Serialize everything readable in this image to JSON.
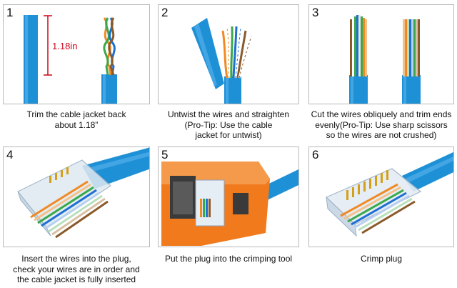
{
  "steps": [
    {
      "number": "1",
      "measure_label": "1.18in",
      "caption": [
        "Trim the cable jacket back",
        "about 1.18”"
      ]
    },
    {
      "number": "2",
      "caption": [
        "Untwist the wires and straighten",
        "(Pro-Tip: Use the cable",
        "jacket for untwist)"
      ]
    },
    {
      "number": "3",
      "caption": [
        "Cut the wires obliquely and trim ends",
        "evenly(Pro-Tip: Use sharp scissors",
        "so the wires are not crushed)"
      ]
    },
    {
      "number": "4",
      "caption": [
        "Insert the wires into the plug,",
        "check your wires are in order and",
        "the cable jacket is fully inserted"
      ]
    },
    {
      "number": "5",
      "caption": [
        "Put the plug into the crimping tool"
      ]
    },
    {
      "number": "6",
      "caption": [
        "Crimp plug"
      ]
    }
  ],
  "colors": {
    "cable_jacket": "#1e90d6",
    "measure_line": "#d0021b",
    "tool_body": "#f07a1c",
    "tool_dark": "#3a3a3a",
    "wire_orange": "#f08a24",
    "wire_green": "#3aa84a",
    "wire_blue": "#1f6fd1",
    "wire_brown": "#8b5a2b"
  }
}
